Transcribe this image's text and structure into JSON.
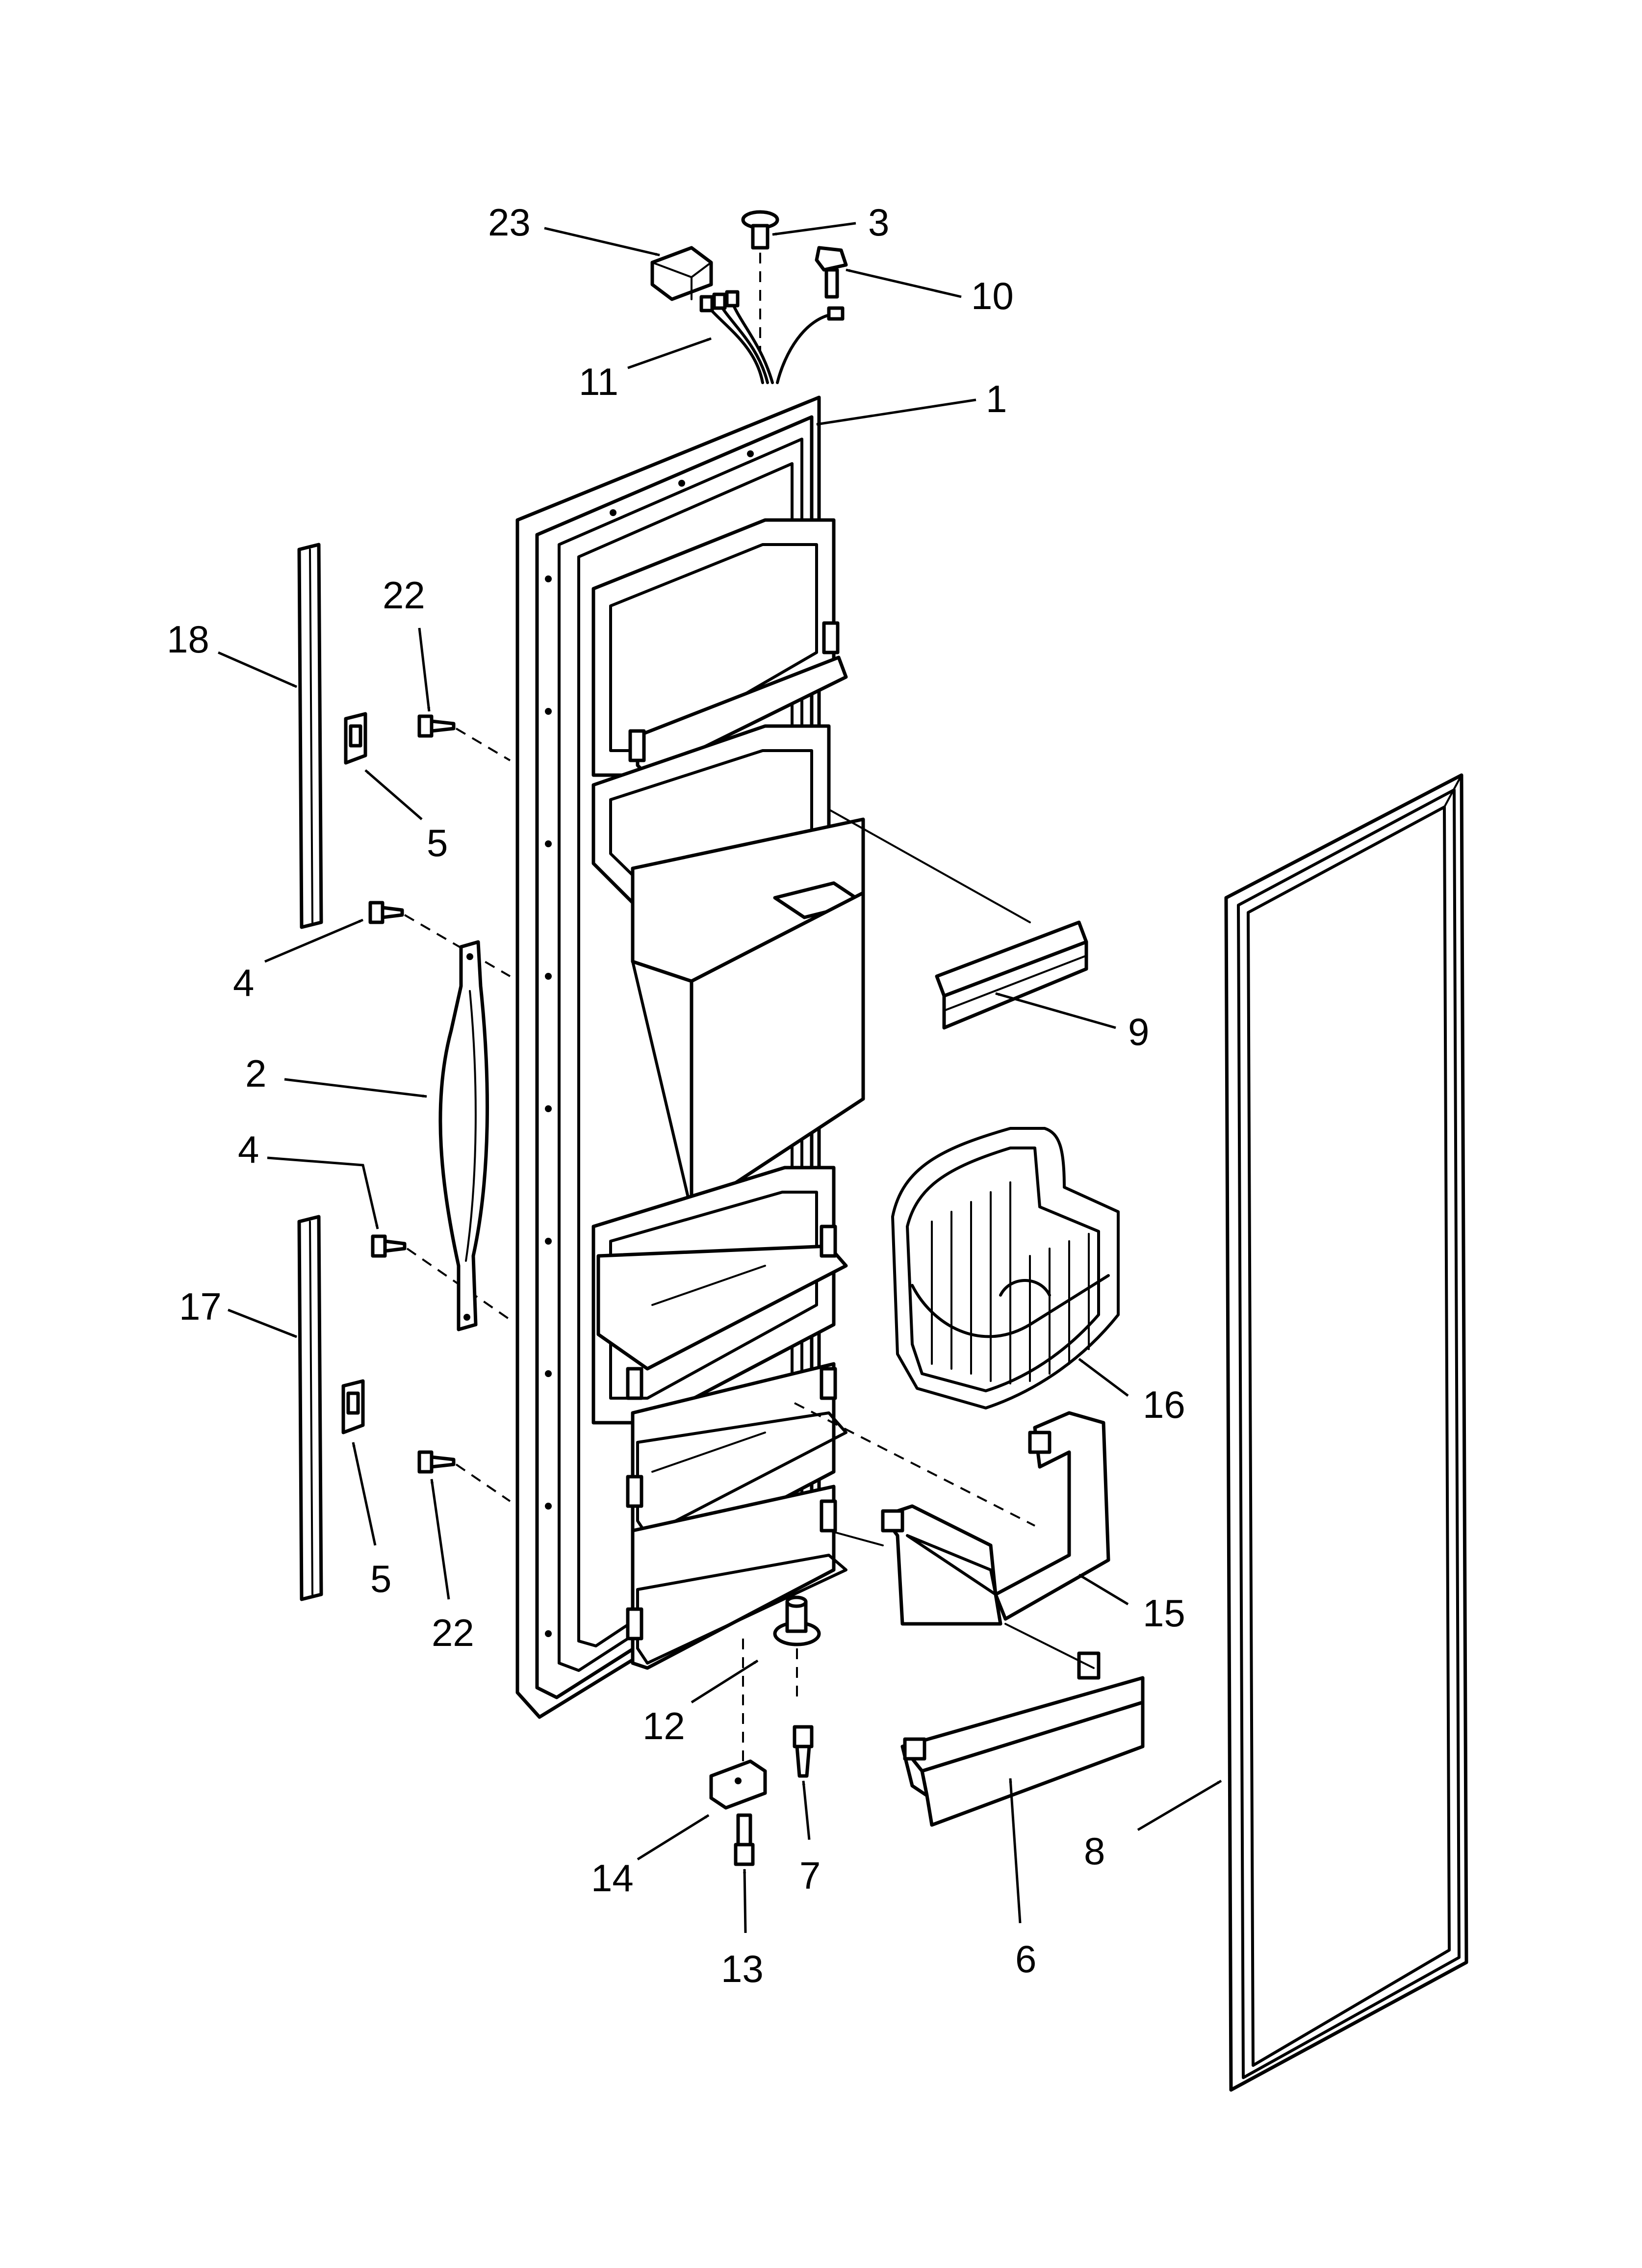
{
  "diagram": {
    "callouts": [
      {
        "id": "c23",
        "label": "23"
      },
      {
        "id": "c3",
        "label": "3"
      },
      {
        "id": "c10",
        "label": "10"
      },
      {
        "id": "c11",
        "label": "11"
      },
      {
        "id": "c1",
        "label": "1"
      },
      {
        "id": "c22a",
        "label": "22"
      },
      {
        "id": "c18",
        "label": "18"
      },
      {
        "id": "c5a",
        "label": "5"
      },
      {
        "id": "c4a",
        "label": "4"
      },
      {
        "id": "c2",
        "label": "2"
      },
      {
        "id": "c4b",
        "label": "4"
      },
      {
        "id": "c17",
        "label": "17"
      },
      {
        "id": "c5b",
        "label": "5"
      },
      {
        "id": "c22b",
        "label": "22"
      },
      {
        "id": "c9",
        "label": "9"
      },
      {
        "id": "c16",
        "label": "16"
      },
      {
        "id": "c15",
        "label": "15"
      },
      {
        "id": "c12",
        "label": "12"
      },
      {
        "id": "c14",
        "label": "14"
      },
      {
        "id": "c7",
        "label": "7"
      },
      {
        "id": "c13",
        "label": "13"
      },
      {
        "id": "c6",
        "label": "6"
      },
      {
        "id": "c8",
        "label": "8"
      }
    ]
  }
}
